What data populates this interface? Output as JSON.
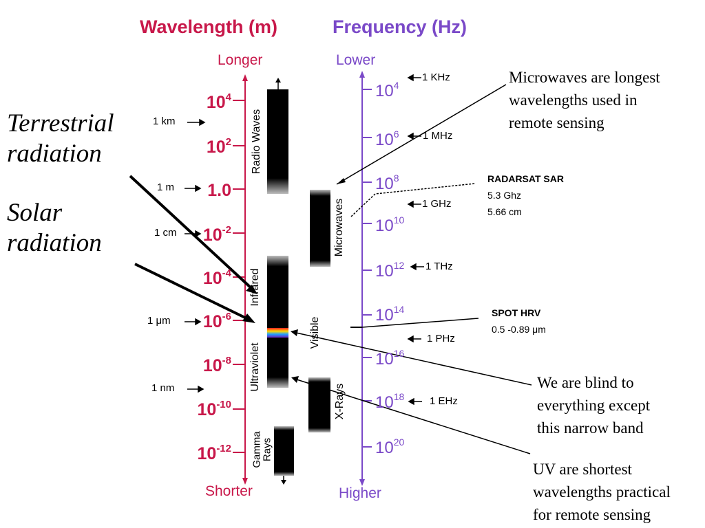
{
  "headers": {
    "wavelength": "Wavelength (m)",
    "frequency": "Frequency (Hz)"
  },
  "axis_words": {
    "longer": "Longer",
    "shorter": "Shorter",
    "lower": "Lower",
    "higher": "Higher"
  },
  "wavelength_ticks": [
    {
      "base": "10",
      "exp": "4"
    },
    {
      "base": "10",
      "exp": "2"
    },
    {
      "base": "1.0",
      "exp": ""
    },
    {
      "base": "10",
      "exp": "-2"
    },
    {
      "base": "10",
      "exp": "-4"
    },
    {
      "base": "10",
      "exp": "-6"
    },
    {
      "base": "10",
      "exp": "-8"
    },
    {
      "base": "10",
      "exp": "-10"
    },
    {
      "base": "10",
      "exp": "-12"
    }
  ],
  "wavelength_units": [
    {
      "label": "1 km"
    },
    {
      "label": "1 m"
    },
    {
      "label": "1 cm"
    },
    {
      "label": "1 μm"
    },
    {
      "label": "1 nm"
    }
  ],
  "frequency_ticks": [
    {
      "base": "10",
      "exp": "4"
    },
    {
      "base": "10",
      "exp": "6"
    },
    {
      "base": "10",
      "exp": "8"
    },
    {
      "base": "10",
      "exp": "10"
    },
    {
      "base": "10",
      "exp": "12"
    },
    {
      "base": "10",
      "exp": "14"
    },
    {
      "base": "10",
      "exp": "16"
    },
    {
      "base": "10",
      "exp": "18"
    },
    {
      "base": "10",
      "exp": "20"
    }
  ],
  "frequency_units": [
    {
      "label": "1 KHz"
    },
    {
      "label": "1 MHz"
    },
    {
      "label": "1 GHz"
    },
    {
      "label": "1 THz"
    },
    {
      "label": "1 PHz"
    },
    {
      "label": "1 EHz"
    }
  ],
  "band_labels": {
    "radio": "Radio Waves",
    "infrared": "Infrared",
    "ultraviolet": "Ultraviolet",
    "gamma_1": "Gamma",
    "gamma_2": "Rays",
    "microwaves": "Microwaves",
    "visible": "Visible",
    "xrays": "X-Rays"
  },
  "sensors": {
    "radarsat": [
      "RADARSAT SAR",
      "5.3 Ghz",
      "5.66 cm"
    ],
    "spot": [
      "SPOT HRV",
      "0.5 -0.89 μm"
    ]
  },
  "annotations": {
    "terrestrial": [
      "Terrestrial",
      "radiation"
    ],
    "solar": [
      "Solar",
      "radiation"
    ],
    "microwaves_note": [
      "Microwaves are longest",
      "wavelengths used in",
      "remote sensing"
    ],
    "blind_note": [
      "We are blind to",
      "everything except",
      "this narrow band"
    ],
    "uv_note": [
      "UV are shortest",
      "wavelengths practical",
      "for remote sensing"
    ]
  },
  "colors": {
    "wavelength": "#c8184a",
    "frequency": "#7a49c8",
    "band": "#000000"
  }
}
